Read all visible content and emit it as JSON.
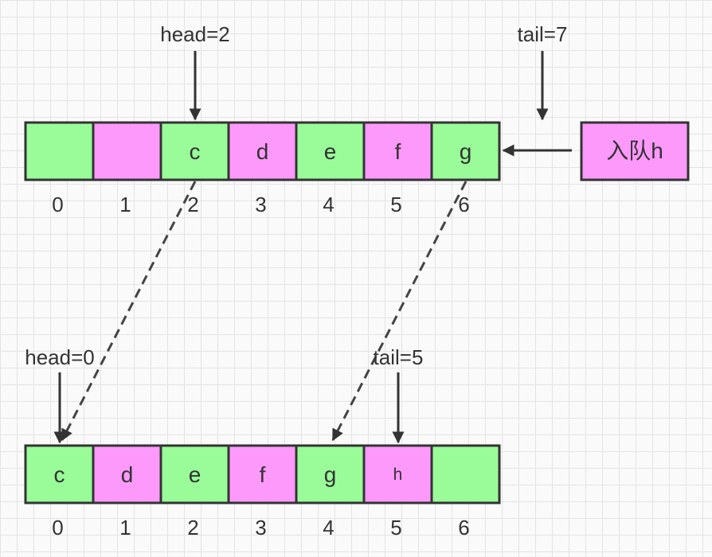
{
  "colors": {
    "green": "#99fc99",
    "pink": "#fe99fc",
    "stroke": "#333333"
  },
  "top_array": {
    "cells": [
      "",
      "",
      "c",
      "d",
      "e",
      "f",
      "g"
    ],
    "fills": [
      "green",
      "pink",
      "green",
      "pink",
      "green",
      "pink",
      "green"
    ],
    "indices": [
      "0",
      "1",
      "2",
      "3",
      "4",
      "5",
      "6"
    ],
    "head_label": "head=2",
    "tail_label": "tail=7"
  },
  "enqueue_box": {
    "label": "入队h"
  },
  "bottom_array": {
    "cells": [
      "c",
      "d",
      "e",
      "f",
      "g",
      "h",
      ""
    ],
    "fills": [
      "green",
      "pink",
      "green",
      "pink",
      "green",
      "pink",
      "green"
    ],
    "indices": [
      "0",
      "1",
      "2",
      "3",
      "4",
      "5",
      "6"
    ],
    "head_label": "head=0",
    "tail_label": "tail=5"
  }
}
